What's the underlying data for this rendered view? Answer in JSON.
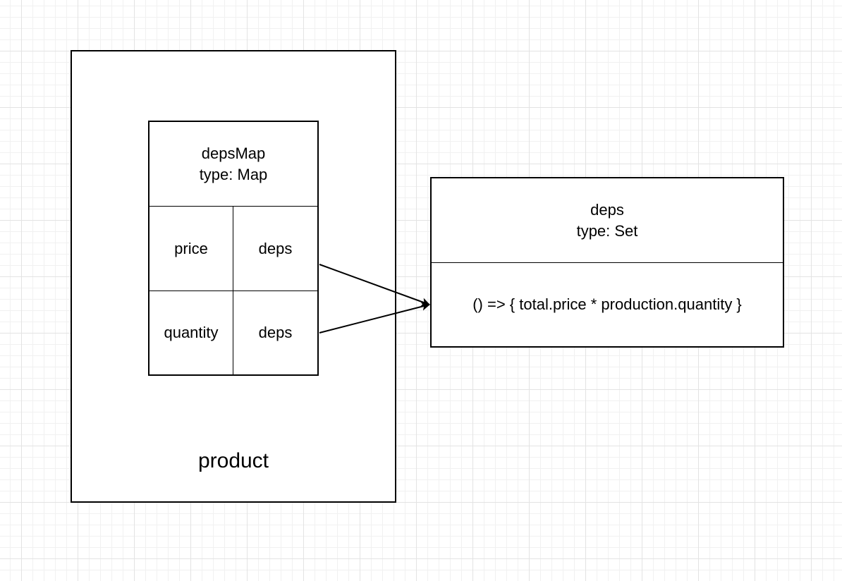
{
  "product": {
    "label": "product",
    "depsMap": {
      "title_line1": "depsMap",
      "title_line2": "type: Map",
      "rows": [
        {
          "key": "price",
          "value": "deps"
        },
        {
          "key": "quantity",
          "value": "deps"
        }
      ]
    }
  },
  "deps_set": {
    "title_line1": "deps",
    "title_line2": "type: Set",
    "effect": "() => { total.price * production.quantity }"
  },
  "colors": {
    "stroke": "#000000",
    "background": "#ffffff",
    "grid": "#e3e3e3"
  }
}
